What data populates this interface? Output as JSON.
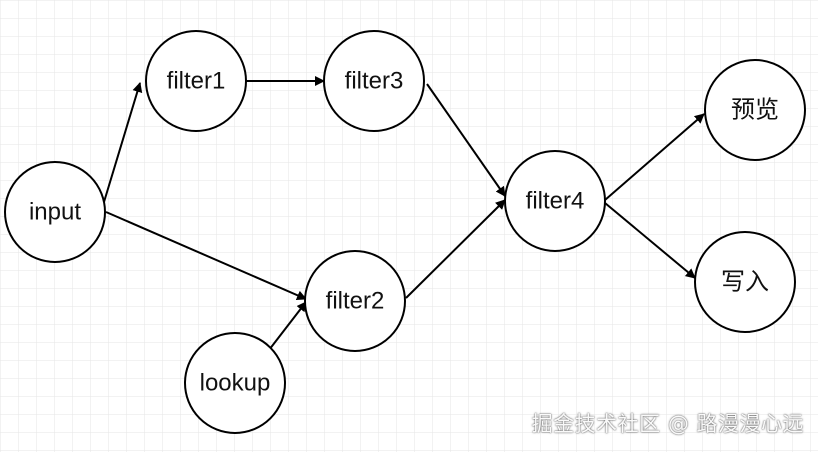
{
  "colors": {
    "background": "#ffffff",
    "grid": "#e2e2e2",
    "stroke": "#000000",
    "text": "#111111"
  },
  "nodes": {
    "input": {
      "label": "input"
    },
    "filter1": {
      "label": "filter1"
    },
    "filter2": {
      "label": "filter2"
    },
    "filter3": {
      "label": "filter3"
    },
    "filter4": {
      "label": "filter4"
    },
    "lookup": {
      "label": "lookup"
    },
    "preview": {
      "label": "预览"
    },
    "write": {
      "label": "写入"
    }
  },
  "edges": [
    {
      "from": "input",
      "to": "filter1"
    },
    {
      "from": "input",
      "to": "filter2"
    },
    {
      "from": "lookup",
      "to": "filter2"
    },
    {
      "from": "filter1",
      "to": "filter3"
    },
    {
      "from": "filter3",
      "to": "filter4"
    },
    {
      "from": "filter2",
      "to": "filter4"
    },
    {
      "from": "filter4",
      "to": "preview"
    },
    {
      "from": "filter4",
      "to": "write"
    }
  ],
  "watermark": "掘金技术社区 @ 路漫漫心远"
}
